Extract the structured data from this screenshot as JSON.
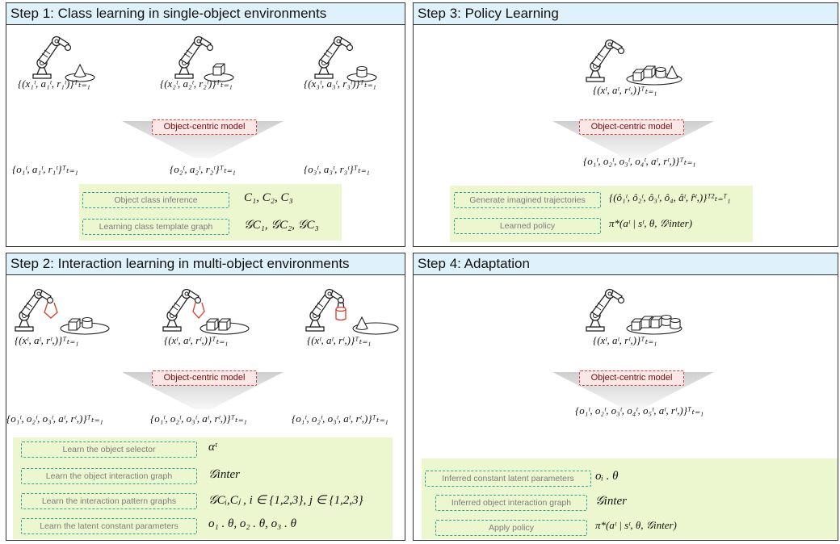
{
  "steps": [
    {
      "title": "Step 1: Class learning in single-object environments",
      "scene_labels": [
        "{(x₁ᵗ, a₁ᵗ, r₁ᵗ)}ᵀₜ₌₁",
        "{(x₂ᵗ, a₂ᵗ, r₂ᵗ)}ᵀₜ₌₁",
        "{(x₃ᵗ, a₃ᵗ, r₃ᵗ)}ᵀₜ₌₁"
      ],
      "model_label": "Object-centric model",
      "outputs": [
        "{o₁ᵗ, a₁ᵗ, r₁ᵗ}ᵀₜ₌₁",
        "{o₂ᵗ, a₂ᵗ, r₂ᵗ}ᵀₜ₌₁",
        "{o₃ᵗ, a₃ᵗ, r₃ᵗ}ᵀₜ₌₁"
      ],
      "rows": [
        {
          "label": "Object class inference",
          "value": "C₁, C₂, C₃"
        },
        {
          "label": "Learning class template graph",
          "value": "𝒢C₁, 𝒢C₂, 𝒢C₃"
        }
      ]
    },
    {
      "title": "Step 2: Interaction learning in multi-object environments",
      "scene_labels": [
        "{(xᵗ, aᵗ, rᵗ,)}ᵀₜ₌₁",
        "{(xᵗ, aᵗ, rᵗ,)}ᵀₜ₌₁",
        "{(xᵗ, aᵗ, rᵗ,)}ᵀₜ₌₁"
      ],
      "model_label": "Object-centric model",
      "outputs": [
        "{o₁ᵗ, o₂ᵗ, o₃ᵗ, aᵗ, rᵗ,)}ᵀₜ₌₁",
        "{o₁ᵗ, o₂ᵗ, o₃ᵗ, aᵗ, rᵗ,)}ᵀₜ₌₁",
        "{o₁ᵗ, o₂ᵗ, o₃ᵗ, aᵗ, rᵗ,)}ᵀₜ₌₁"
      ],
      "rows": [
        {
          "label": "Learn the object selector",
          "value": "αᵗ"
        },
        {
          "label": "Learn the object interaction graph",
          "value": "𝒢inter"
        },
        {
          "label": "Learn the interaction pattern graphs",
          "value": "𝒢Cᵢ,Cⱼ , i ∈ {1,2,3}, j ∈ {1,2,3}"
        },
        {
          "label": "Learn the latent constant parameters",
          "value": "o₁ . θ, o₂ . θ, o₃ . θ"
        }
      ]
    },
    {
      "title": "Step 3: Policy Learning",
      "scene_labels": [
        "{(xᵗ, aᵗ, rᵗ,)}ᵀₜ₌₁"
      ],
      "model_label": "Object-centric model",
      "outputs": [
        "{o₁ᵗ, o₂ᵗ, o₃ᵗ, o₄ᵗ, aᵗ, rᵗ,)}ᵀₜ₌₁"
      ],
      "rows": [
        {
          "label": "Generate imagined trajectories",
          "value": "{(ô₁ᵗ, ô₂ᵗ, ô₃ᵗ, ô₄, âᵗ, r̂ᵗ,)}ᵀ²ₜ₌ᵀ₁"
        },
        {
          "label": "Learned policy",
          "value": "π*(aᵗ | sᵗ, θ, 𝒢ᵗinter)"
        }
      ]
    },
    {
      "title": "Step 4: Adaptation",
      "scene_labels": [
        "{(xᵗ, aᵗ, rᵗ,)}ᵀₜ₌₁"
      ],
      "model_label": "Object-centric model",
      "outputs": [
        "{o₁ᵗ, o₂ᵗ, o₃ᵗ, o₄ᵗ, o₅ᵗ, aᵗ, rᵗ,)}ᵀₜ₌₁"
      ],
      "rows": [
        {
          "label": "Inferred constant latent parameters",
          "value": "oᵢ . θ"
        },
        {
          "label": "Inferred object interaction graph",
          "value": "𝒢inter"
        },
        {
          "label": "Apply policy",
          "value": "π*(aᵗ | sᵗ, θ, 𝒢inter)"
        }
      ]
    }
  ],
  "colors": {
    "header": "#dff2fb",
    "model_border": "#e23b3b",
    "model_fill": "#fbe7e5",
    "green_fill": "#ecf7cf",
    "teal_dash": "#2fa59a",
    "gripper_red": "#d63a2a"
  },
  "icons": [
    "robot-arm-icon",
    "cone-icon",
    "cube-icon",
    "cylinder-icon",
    "funnel-arrow-icon"
  ]
}
